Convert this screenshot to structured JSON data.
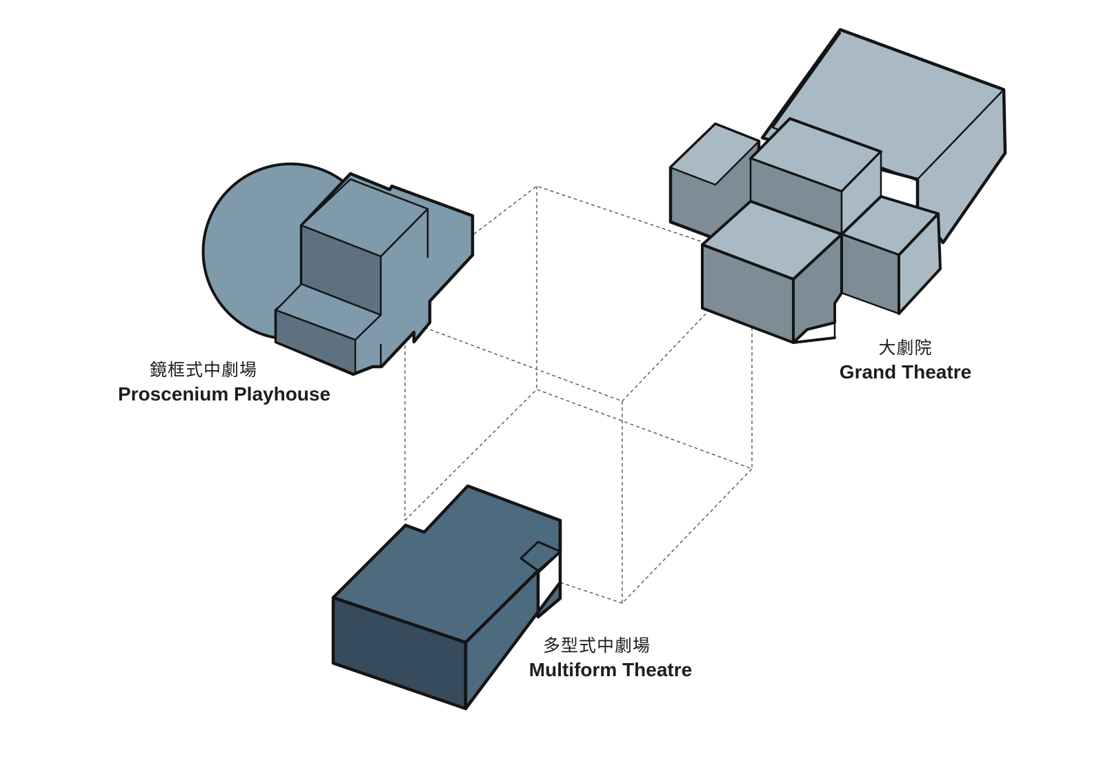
{
  "venues": [
    {
      "id": "proscenium",
      "name_zh": "鏡框式中劇場",
      "name_en": "Proscenium Playhouse"
    },
    {
      "id": "grand",
      "name_zh": "大劇院",
      "name_en": "Grand Theatre"
    },
    {
      "id": "multiform",
      "name_zh": "多型式中劇場",
      "name_en": "Multiform Theatre"
    }
  ],
  "colors": {
    "grand_light": "#aabac5",
    "grand_mid": "#7d8c95",
    "playhouse_light": "#7e9aab",
    "playhouse_dark": "#5e7180",
    "multiform_light": "#4d6a7f",
    "multiform_dark": "#364b5c",
    "outline": "#141414",
    "dashed": "#555555"
  }
}
